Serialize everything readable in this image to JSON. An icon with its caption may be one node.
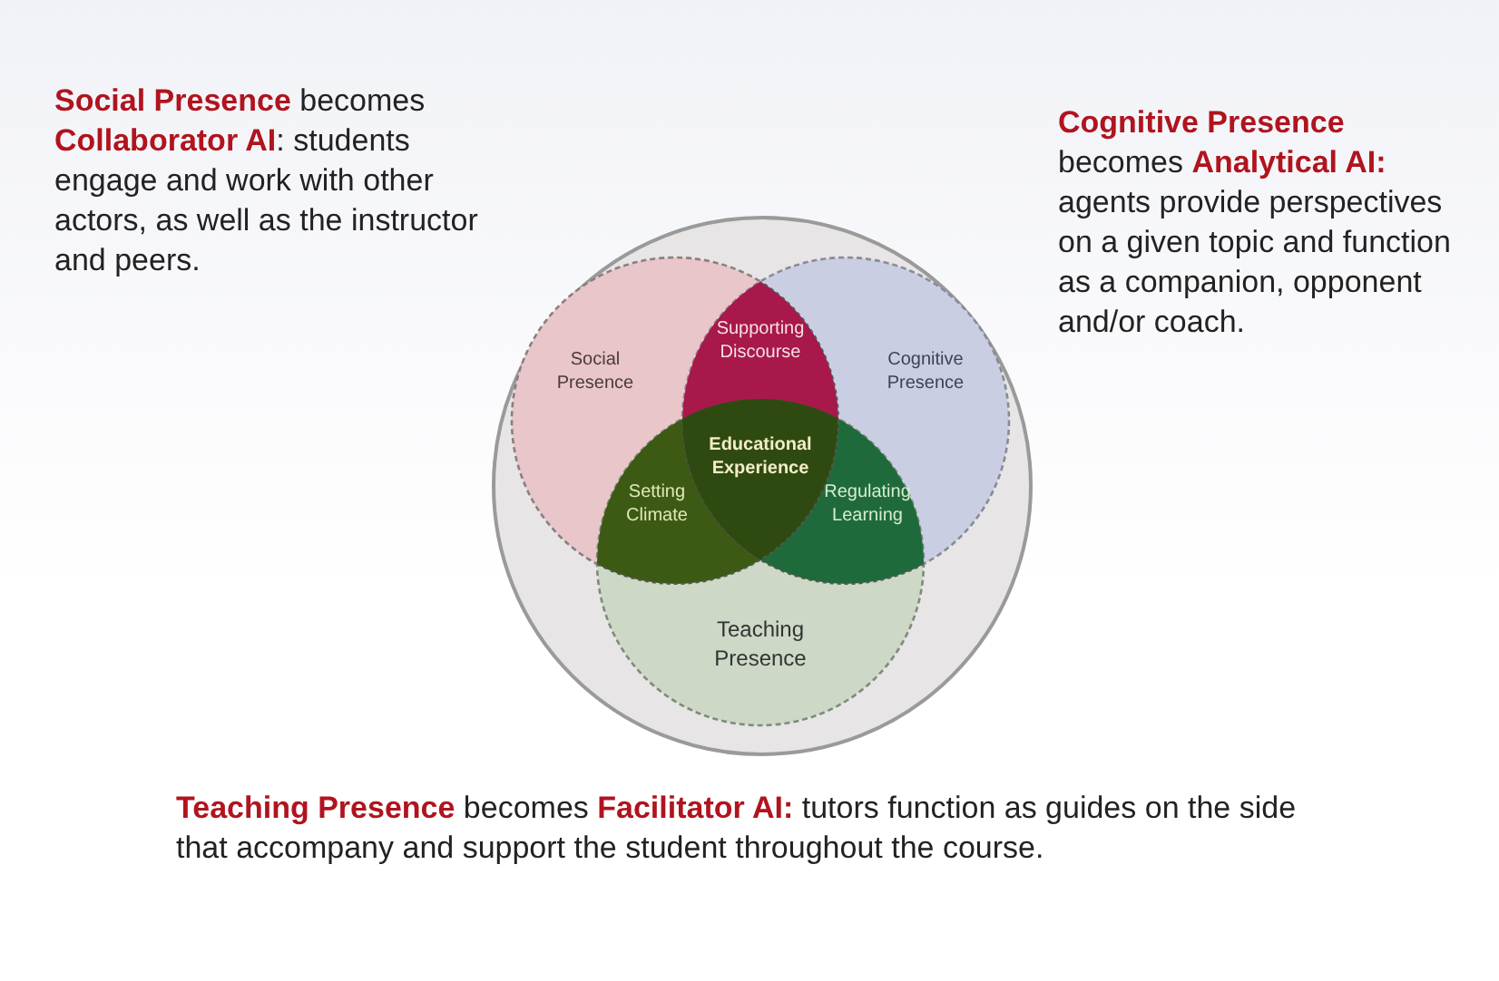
{
  "diagram": {
    "nodes": [
      {
        "text": [],
        "shape": "circle"
      },
      {
        "text": [
          "Social Presence"
        ],
        "in": 0
      },
      {
        "text": [
          "Supporting Discourse"
        ],
        "in": 0
      },
      {
        "text": [
          "Cognitive Presence"
        ],
        "in": 0
      },
      {
        "text": [
          "Educational Experience"
        ],
        "in": 0
      },
      {
        "text": [
          "Setting Climate"
        ],
        "in": 0
      },
      {
        "text": [
          "Regulating Learning"
        ],
        "in": 0
      },
      {
        "text": [
          "Teaching Presence"
        ],
        "in": 0
      }
    ],
    "labels": [
      "**Social Presence** becomes **Collaborator AI**: students engage and work with other actors, as well as the instructor and peers.",
      "**Cognitive Presence** becomes **Analytical AI:** agents provide perspectives on a given topic and function as a companion, opponent and/or coach.",
      "**Teaching Presence** becomes **Facilitator AI:** tutors function as guides on the side that accompany and support the student throughout the course."
    ]
  }
}
